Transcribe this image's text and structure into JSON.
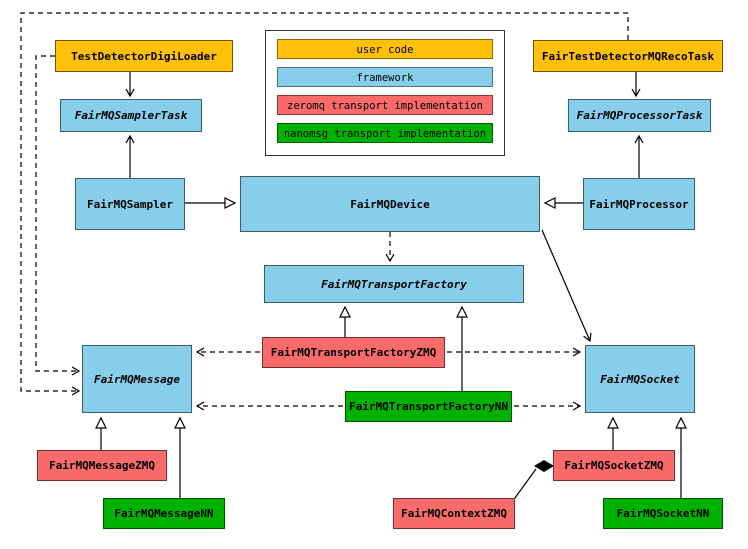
{
  "colors": {
    "user_code": "#FFC107",
    "framework": "#87CEEB",
    "zeromq": "#F96B6B",
    "nanomsg": "#00B200"
  },
  "legend": {
    "items": [
      {
        "label": "user code",
        "category": "user_code"
      },
      {
        "label": "framework",
        "category": "framework"
      },
      {
        "label": "zeromq transport implementation",
        "category": "zeromq"
      },
      {
        "label": "nanomsg transport implementation",
        "category": "nanomsg"
      }
    ]
  },
  "nodes": {
    "testDetectorDigiLoader": "TestDetectorDigiLoader",
    "fairTestDetectorMQRecoTask": "FairTestDetectorMQRecoTask",
    "fairMQSamplerTask": "FairMQSamplerTask",
    "fairMQProcessorTask": "FairMQProcessorTask",
    "fairMQSampler": "FairMQSampler",
    "fairMQDevice": "FairMQDevice",
    "fairMQProcessor": "FairMQProcessor",
    "fairMQTransportFactory": "FairMQTransportFactory",
    "fairMQTransportFactoryZMQ": "FairMQTransportFactoryZMQ",
    "fairMQTransportFactoryNN": "FairMQTransportFactoryNN",
    "fairMQMessage": "FairMQMessage",
    "fairMQSocket": "FairMQSocket",
    "fairMQMessageZMQ": "FairMQMessageZMQ",
    "fairMQMessageNN": "FairMQMessageNN",
    "fairMQSocketZMQ": "FairMQSocketZMQ",
    "fairMQSocketNN": "FairMQSocketNN",
    "fairMQContextZMQ": "FairMQContextZMQ"
  }
}
